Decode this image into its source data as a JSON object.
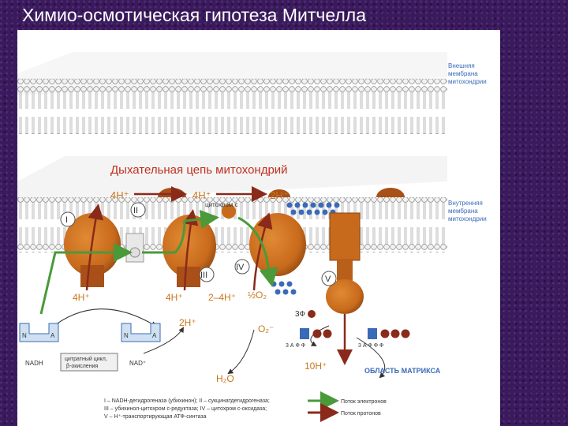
{
  "slide": {
    "title": "Химио-осмотическая гипотеза Митчелла"
  },
  "diagram": {
    "outer_membrane_label": [
      "Внешняя",
      "мембрана",
      "митохондрии"
    ],
    "inner_membrane_label": [
      "Внутренняя",
      "мембрана",
      "митохондрии"
    ],
    "chain_label": "Дыхательная цепь митохондрий",
    "top_protons": [
      "4H⁺",
      "4H⁺",
      "2H⁺"
    ],
    "cytochrome_c": "цитохром с",
    "complexes": [
      "I",
      "II",
      "III",
      "IV",
      "V"
    ],
    "bottom_protons": [
      "4H⁺",
      "4H⁺",
      "2–4H⁺"
    ],
    "oxygen_half": "½O₂",
    "two_h": "2H⁺",
    "superoxide": "O₂⁻",
    "water": "H₂O",
    "nadh": "NADH",
    "nad": "NAD⁺",
    "cycle_label": [
      "цитратный цикл,",
      "β-окисления"
    ],
    "box_letters": [
      "N",
      "A",
      "N",
      "A"
    ],
    "three_phi": "3Ф",
    "adp": "3 А Ф Ф",
    "atp": "3 А Ф Ф Ф",
    "ten_h": "10H⁺",
    "matrix_label": "ОБЛАСТЬ МАТРИКСА",
    "legend": [
      "I – NADH-дегидрогеназа (убихинон); II – сукцинатдегидрогеназа;",
      "III – убихинол-цитохром с-редуктаза; IV – цитохром с-оксидаза;",
      "V – H⁺-транспортирующая АТФ-синтаза"
    ],
    "legend_electron": "Поток электронов",
    "legend_proton": "Поток протонов"
  },
  "colors": {
    "background": "#3a1a5c",
    "complex": "#c86a1c",
    "complex_dark": "#8a4410",
    "electron_flow": "#4a9a3a",
    "proton_flow": "#8a2a1a",
    "ion_blue": "#3a6ab8",
    "text_orange": "#c8781c"
  }
}
